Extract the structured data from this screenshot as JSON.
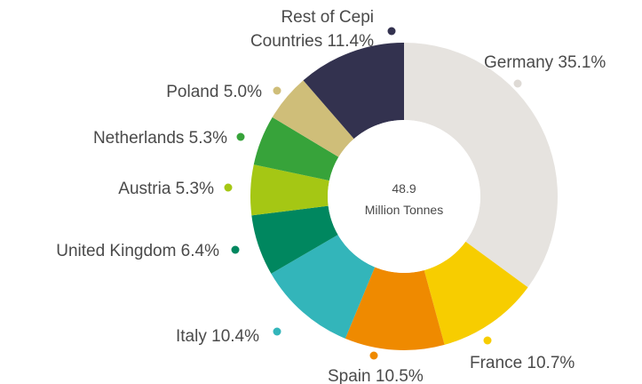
{
  "chart_data": {
    "type": "pie",
    "donut": true,
    "center_value": "48.9",
    "center_unit": "Million Tonnes",
    "slices": [
      {
        "label": "Germany",
        "value": 35.1,
        "value_label": "35.1%",
        "color": "#e6e3df"
      },
      {
        "label": "France",
        "value": 10.7,
        "value_label": "10.7%",
        "color": "#f7cd00"
      },
      {
        "label": "Spain",
        "value": 10.5,
        "value_label": "10.5%",
        "color": "#ef8a00"
      },
      {
        "label": "Italy",
        "value": 10.4,
        "value_label": "10.4%",
        "color": "#33b5ba"
      },
      {
        "label": "United Kingdom",
        "value": 6.4,
        "value_label": "6.4%",
        "color": "#00875f"
      },
      {
        "label": "Austria",
        "value": 5.3,
        "value_label": "5.3%",
        "color": "#a5c714"
      },
      {
        "label": "Netherlands",
        "value": 5.3,
        "value_label": "5.3%",
        "color": "#37a33a"
      },
      {
        "label": "Poland",
        "value": 5.0,
        "value_label": "5.0%",
        "color": "#cfbe79"
      },
      {
        "label": "Rest of Cepi Countries",
        "label_lines": [
          "Rest of Cepi",
          "Countries"
        ],
        "value": 11.4,
        "value_label": "11.4%",
        "color": "#33324f"
      }
    ]
  }
}
